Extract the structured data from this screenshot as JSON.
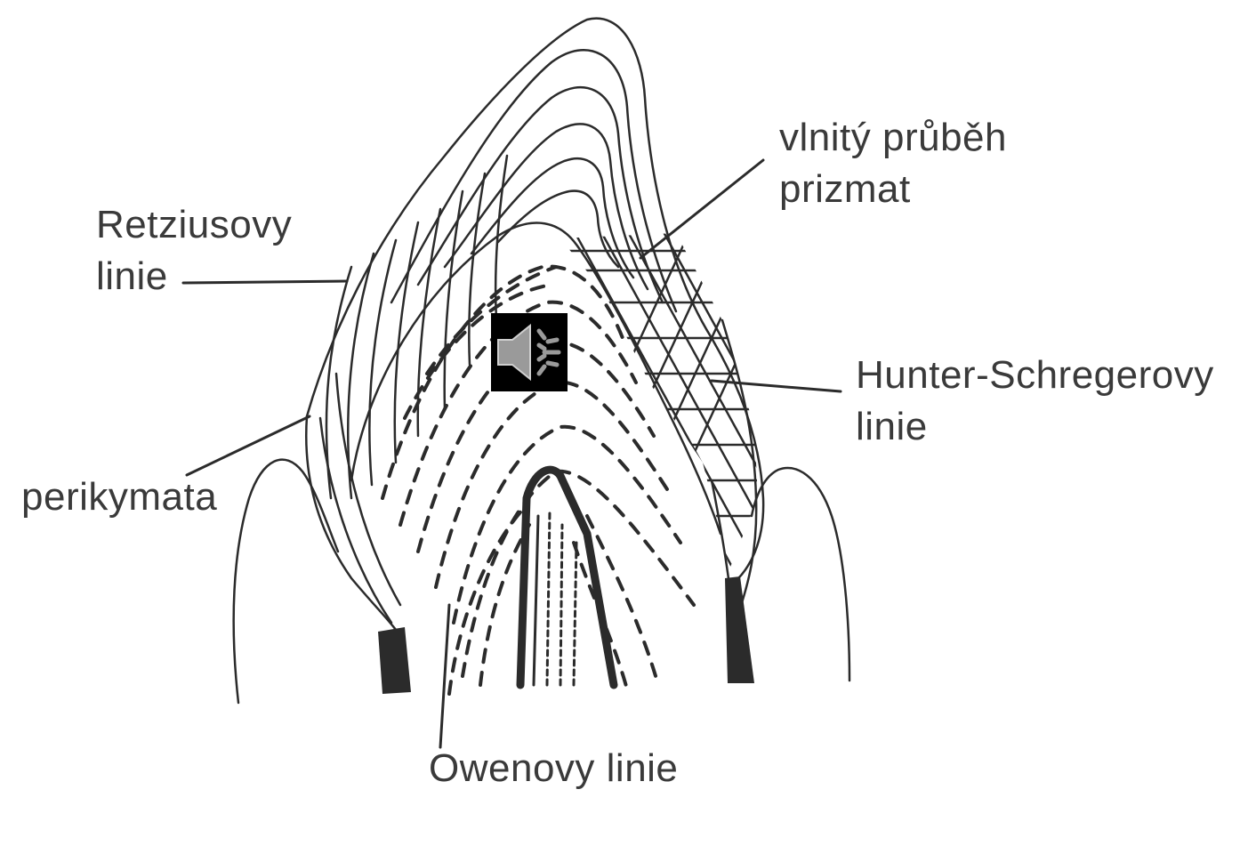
{
  "labels": {
    "prism_course": [
      "vlnitý průběh",
      "prizmat"
    ],
    "retzius": [
      "Retziusovy",
      "linie"
    ],
    "hunter_schreger": [
      "Hunter-Schregerovy",
      "linie"
    ],
    "perikymata": "perikymata",
    "owen": "Owenovy linie"
  },
  "audio_button": {
    "icon": "speaker-icon",
    "background": "#000000",
    "icon_color": "#9a9a9a"
  },
  "colors": {
    "line": "#2b2b2b",
    "text": "#3a3a3a",
    "background": "#ffffff"
  }
}
